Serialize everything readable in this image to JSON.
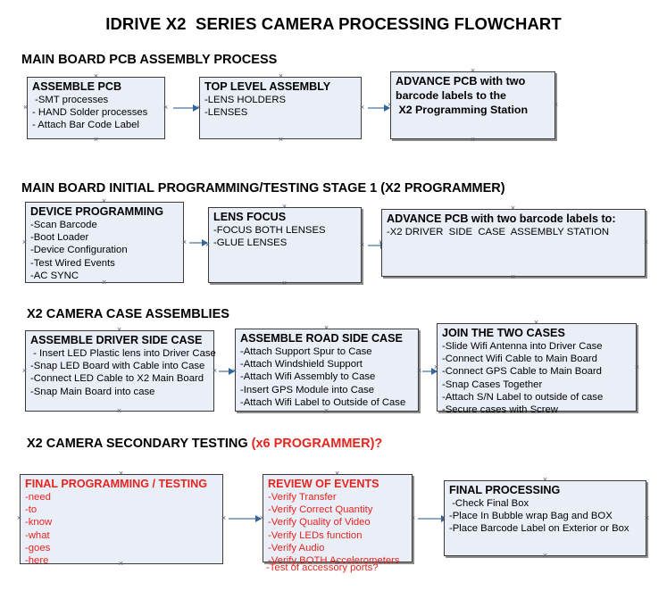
{
  "title": "IDRIVE X2  SERIES CAMERA PROCESSING FLOWCHART",
  "colors": {
    "box_fill": "#e9eef7",
    "box_border": "#3a3a3a",
    "box_shadow": "#8d8d8d",
    "arrow_line": "#8fa8c4",
    "arrow_head": "#33669b",
    "text": "#000000",
    "accent_red": "#e8241f"
  },
  "sections": [
    {
      "heading": "MAIN BOARD PCB ASSEMBLY PROCESS",
      "heading_accent": "",
      "nodes": [
        {
          "title": "ASSEMBLE PCB",
          "lines": [
            " -SMT processes",
            "- HAND Solder processes",
            "- Attach Bar Code Label"
          ]
        },
        {
          "title": "TOP LEVEL ASSEMBLY",
          "lines": [
            "-LENS HOLDERS",
            "-LENSES"
          ]
        },
        {
          "title": "ADVANCE PCB with two",
          "lines": [
            "barcode labels to the",
            " X2 Programming Station"
          ]
        }
      ]
    },
    {
      "heading": "MAIN BOARD INITIAL PROGRAMMING/TESTING STAGE 1 (X2 PROGRAMMER)",
      "heading_accent": "",
      "nodes": [
        {
          "title": "DEVICE PROGRAMMING",
          "lines": [
            "-Scan Barcode",
            "-Boot Loader",
            "-Device Configuration",
            "-Test Wired Events",
            "-AC SYNC"
          ]
        },
        {
          "title": "LENS FOCUS",
          "lines": [
            "-FOCUS BOTH LENSES",
            "-GLUE LENSES"
          ]
        },
        {
          "title": "ADVANCE PCB with two barcode labels to:",
          "lines": [
            "-X2 DRIVER  SIDE  CASE  ASSEMBLY STATION"
          ]
        }
      ]
    },
    {
      "heading": "X2 CAMERA CASE ASSEMBLIES",
      "heading_accent": "",
      "nodes": [
        {
          "title": "ASSEMBLE DRIVER SIDE CASE",
          "lines": [
            " - Insert LED Plastic lens into Driver Case",
            "-Snap LED Board with Cable into Case",
            "-Connect LED Cable to X2 Main Board",
            "-Snap Main Board into case"
          ]
        },
        {
          "title": "ASSEMBLE ROAD SIDE CASE",
          "lines": [
            "-Attach Support Spur to Case",
            "-Attach Windshield Support",
            "-Attach Wifi Assembly to Case",
            "-Insert GPS Module into Case",
            "-Attach Wifi Label to Outside of Case"
          ]
        },
        {
          "title": "JOIN THE TWO CASES",
          "lines": [
            "-Slide Wifi Antenna into Driver Case",
            "-Connect Wifi Cable to Main Board",
            "-Connect GPS Cable to Main Board",
            "-Snap Cases Together",
            "-Attach S/N Label to outside of case",
            "-Secure cases with Screw"
          ]
        }
      ]
    },
    {
      "heading": "X2 CAMERA SECONDARY TESTING ",
      "heading_accent": "(x6 PROGRAMMER)?",
      "nodes": [
        {
          "title": "FINAL PROGRAMMING / TESTING",
          "lines": [
            "-need",
            "-to",
            "-know",
            "-what",
            "-goes",
            "-here"
          ]
        },
        {
          "title": "REVIEW OF EVENTS",
          "lines": [
            "-Verify Transfer",
            "-Verify Correct Quantity",
            "-Verify Quality of Video",
            "-Verify LEDs function",
            "-Verify Audio",
            "-Verify BOTH Accelerometers"
          ],
          "overflow_line": "-Test of accessory ports?"
        },
        {
          "title": "FINAL PROCESSING",
          "lines": [
            " -Check Final Box",
            "-Place In Bubble wrap Bag and BOX",
            "-Place Barcode Label on Exterior or Box"
          ]
        }
      ]
    }
  ]
}
